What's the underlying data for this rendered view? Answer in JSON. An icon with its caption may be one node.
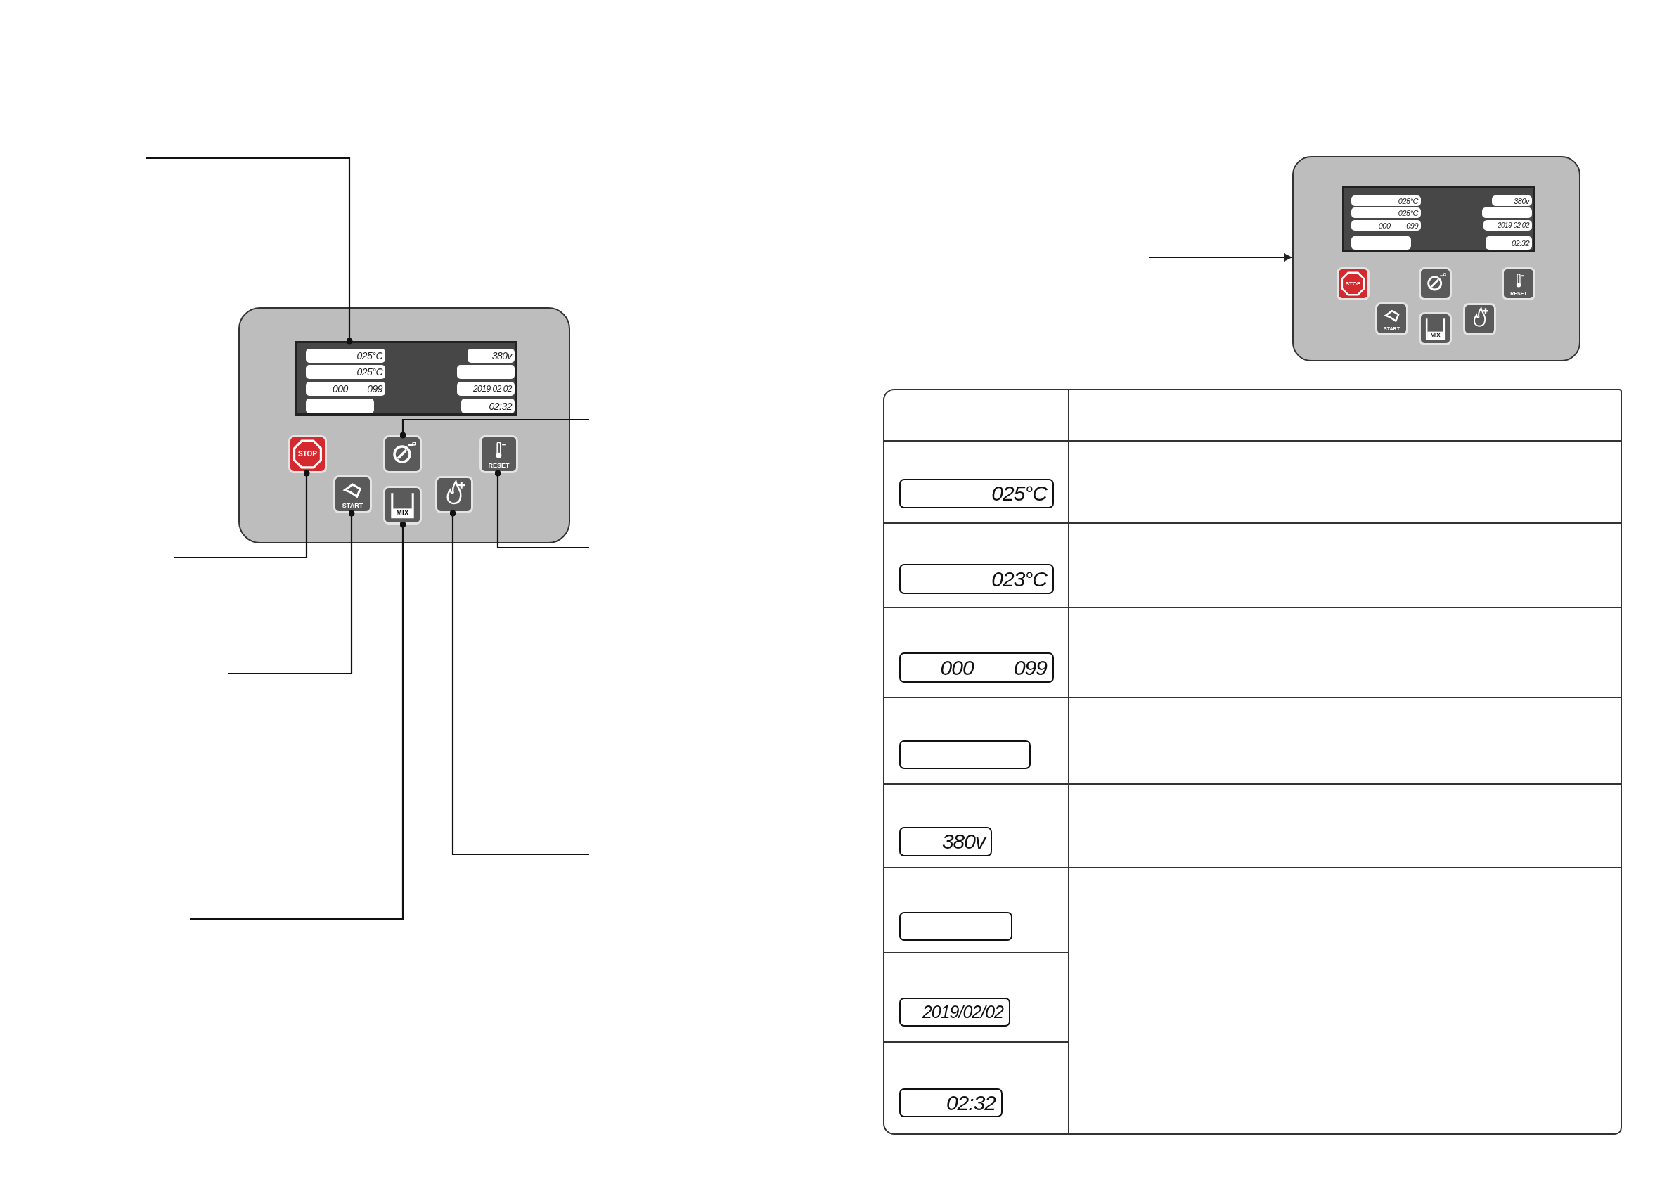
{
  "diagram": {
    "nodes": [
      {
        "text": [],
        "shape": "box"
      },
      {
        "text": [],
        "shape": "box",
        "in": 0
      },
      {
        "text": [
          "025°C"
        ],
        "in": 1
      },
      {
        "text": [
          "380v"
        ],
        "in": 1
      },
      {
        "text": [
          "025°C"
        ],
        "in": 1
      },
      {
        "text": [],
        "shape": "box",
        "in": 1
      },
      {
        "text": [
          "000 099"
        ],
        "in": 1
      },
      {
        "text": [
          "2019 02 02"
        ],
        "in": 1
      },
      {
        "text": [],
        "shape": "box",
        "in": 1
      },
      {
        "text": [
          "02:32"
        ],
        "in": 1
      },
      {
        "text": [
          "STOP"
        ],
        "in": 0
      },
      {
        "text": [],
        "shape": "box",
        "in": 0
      },
      {
        "text": [
          "RESET"
        ],
        "in": 0
      },
      {
        "text": [
          "START"
        ],
        "in": 0
      },
      {
        "text": [
          "MIX"
        ],
        "in": 0
      },
      {
        "text": [],
        "shape": "box",
        "in": 0
      },
      {
        "text": [],
        "shape": "box"
      },
      {
        "text": [],
        "shape": "box",
        "in": 16
      },
      {
        "text": [
          "025°C"
        ],
        "in": 17
      },
      {
        "text": [
          "380v"
        ],
        "in": 17
      },
      {
        "text": [
          "025°C"
        ],
        "in": 17
      },
      {
        "text": [],
        "shape": "box",
        "in": 17
      },
      {
        "text": [
          "000 099"
        ],
        "in": 17
      },
      {
        "text": [
          "2019 02 02"
        ],
        "in": 17
      },
      {
        "text": [],
        "shape": "box",
        "in": 17
      },
      {
        "text": [
          "02:32"
        ],
        "in": 17
      },
      {
        "text": [
          "STOP"
        ],
        "in": 16
      },
      {
        "text": [],
        "shape": "box",
        "in": 16
      },
      {
        "text": [
          "RESET"
        ],
        "in": 16
      },
      {
        "text": [
          "START"
        ],
        "in": 16
      },
      {
        "text": [
          "MIX"
        ],
        "in": 16
      },
      {
        "text": [],
        "shape": "box",
        "in": 16
      },
      {
        "text": [],
        "shape": "box"
      },
      {
        "text": [
          "025°C"
        ],
        "in": 32
      },
      {
        "text": [
          "023°C"
        ],
        "in": 32
      },
      {
        "text": [
          "000 099"
        ],
        "in": 32
      },
      {
        "text": [],
        "shape": "box",
        "in": 32
      },
      {
        "text": [
          "380v"
        ],
        "in": 32
      },
      {
        "text": [],
        "shape": "box",
        "in": 32
      },
      {
        "text": [
          "2019/02/02"
        ],
        "in": 32
      },
      {
        "text": [
          "02:32"
        ],
        "in": 32
      }
    ],
    "edges": [
      {
        "from": null,
        "to": 1,
        "arrow": "other"
      },
      {
        "from": null,
        "to": 11,
        "arrow": "other"
      },
      {
        "from": null,
        "to": 10,
        "arrow": "other"
      },
      {
        "from": null,
        "to": 12,
        "arrow": "other"
      },
      {
        "from": null,
        "to": 13,
        "arrow": "other"
      },
      {
        "from": null,
        "to": 15,
        "arrow": "other"
      },
      {
        "from": null,
        "to": 14,
        "arrow": "other"
      },
      {
        "from": null,
        "to": 16,
        "arrow": "to"
      }
    ]
  }
}
